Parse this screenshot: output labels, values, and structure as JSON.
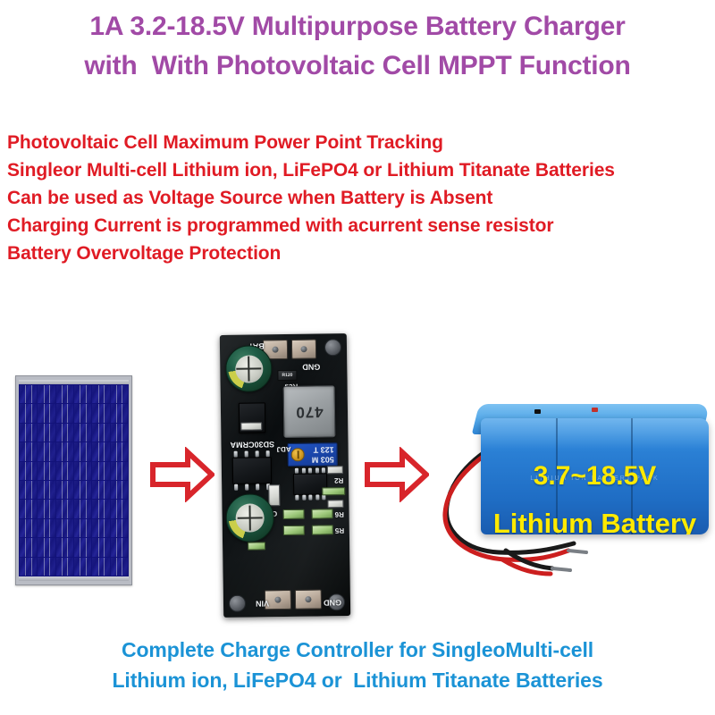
{
  "colors": {
    "title": "#a14aa6",
    "features": "#e01b24",
    "caption": "#1b93d6",
    "arrow": "#d8252b",
    "battery_text": "#ffea00",
    "battery_body": "#2a7fd4",
    "pcb": "#0d1012",
    "solar_cell": "#15157d",
    "background": "#ffffff"
  },
  "title": {
    "line1": "1A 3.2-18.5V Multipurpose Battery Charger",
    "line2": "with  With Photovoltaic Cell MPPT Function"
  },
  "features": [
    "Photovoltaic Cell Maximum Power Point Tracking",
    "Singleor Multi-cell Lithium ion, LiFePO4 or Lithium Titanate Batteries",
    "Can be used as Voltage Source when Battery is Absent",
    "Charging Current is programmed with acurrent sense resistor",
    "Battery Overvoltage Protection"
  ],
  "caption": {
    "line1": "Complete Charge Controller for SingleoMulti-cell",
    "line2": "Lithium ion, LiFePO4 or  Lithium Titanate Batteries"
  },
  "solar_panel": {
    "name": "Photovoltaic Solar Panel",
    "cell_columns": 6,
    "cell_rows": 10
  },
  "pcb": {
    "name": "MPPT Battery Charger Module",
    "silkscreen": {
      "bat": "BAT",
      "gnd_top": "GND",
      "rcs": "Rcs",
      "inductor": "470",
      "ic_marking": "SD30CRMA",
      "adj": "ADJ",
      "trimpot_top": "503  M",
      "trimpot_bottom": "123  T",
      "r2": "R2",
      "r5": "R5",
      "r6": "R6",
      "cr": "CR",
      "vin": "VIN",
      "gnd_bottom": "GND",
      "rcs_value": "R120"
    }
  },
  "battery": {
    "name": "Lithium Battery Pack",
    "voltage": "3.7~18.5V",
    "type": "Lithium Battery",
    "faint_label": "LITHIUM  ION  BATTERY  PACK"
  },
  "arrows": {
    "arrow1_label": "solar-to-module",
    "arrow2_label": "module-to-battery"
  }
}
